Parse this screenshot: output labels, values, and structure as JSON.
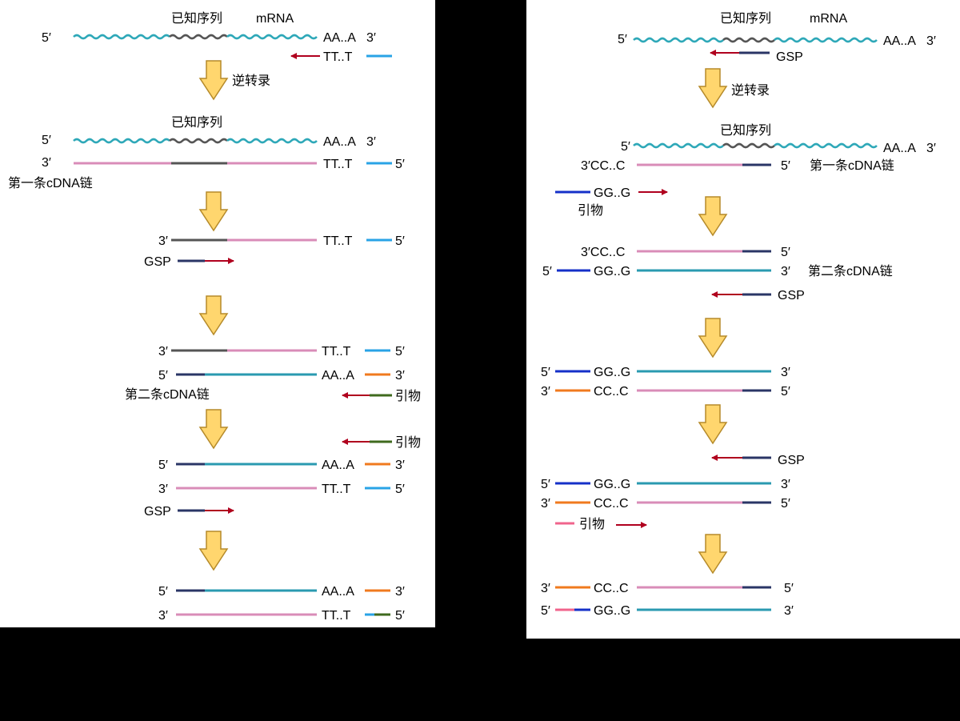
{
  "colors": {
    "background": "#000000",
    "panel": "#ffffff",
    "mrna": "#2ea8b8",
    "known_sequence": "#555555",
    "first_strand": "#d98cb8",
    "second_strand": "#2a9ab0",
    "gsp": "#2a3566",
    "polyT_tail": "#29a3e6",
    "anchor_tail": "#f07a1e",
    "primer_tail": "#3f6a1e",
    "gg_anchor": "#1530c8",
    "pink_primer": "#f0648c",
    "arrow": "#b0001e",
    "step_arrow_fill": "#ffd66e",
    "step_arrow_stroke": "#b58a2a",
    "text": "#000000"
  },
  "left_panel": {
    "labels": {
      "known_seq": "已知序列",
      "mrna": "mRNA",
      "reverse_transcription": "逆转录",
      "first_strand": "第一条cDNA链",
      "second_strand": "第二条cDNA链",
      "gsp": "GSP",
      "primer": "引物",
      "polyA": "AA..A",
      "polyT": "TT..T",
      "five_prime": "5′",
      "three_prime": "3′"
    }
  },
  "right_panel": {
    "labels": {
      "known_seq": "已知序列",
      "mrna": "mRNA",
      "reverse_transcription": "逆转录",
      "first_strand": "第一条cDNA链",
      "second_strand": "第二条cDNA链",
      "gsp": "GSP",
      "primer": "引物",
      "polyA": "AA..A",
      "cc": "CC..C",
      "gg": "GG..G",
      "five_prime": "5′",
      "three_prime": "3′",
      "three_prime_cc": "3′CC..C"
    }
  }
}
